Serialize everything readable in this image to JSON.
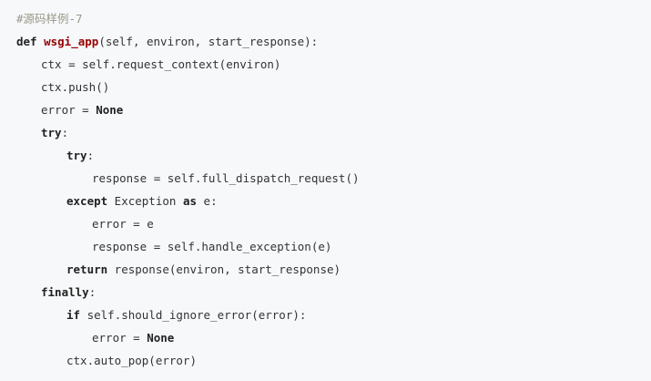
{
  "code": {
    "comment": "#源码样例-7",
    "l1": {
      "kw": "def",
      "fn": "wsgi_app",
      "rest": "(self, environ, start_response):"
    },
    "l2": {
      "text": "ctx = self.request_context(environ)"
    },
    "l3": {
      "text": "ctx.push()"
    },
    "l4": {
      "text": "error = ",
      "kw": "None"
    },
    "l5": {
      "kw": "try",
      "rest": ":"
    },
    "l6": {
      "kw": "try",
      "rest": ":"
    },
    "l7": {
      "text": "response = self.full_dispatch_request()"
    },
    "l8": {
      "kw": "except",
      "mid": " Exception ",
      "kw2": "as",
      "rest": " e:"
    },
    "l9": {
      "text": "error = e"
    },
    "l10": {
      "text": "response = self.handle_exception(e)"
    },
    "l11": {
      "kw": "return",
      "rest": " response(environ, start_response)"
    },
    "l12": {
      "kw": "finally",
      "rest": ":"
    },
    "l13": {
      "kw": "if",
      "rest": " self.should_ignore_error(error):"
    },
    "l14": {
      "text": "error = ",
      "kw": "None"
    },
    "l15": {
      "text": "ctx.auto_pop(error)"
    }
  }
}
